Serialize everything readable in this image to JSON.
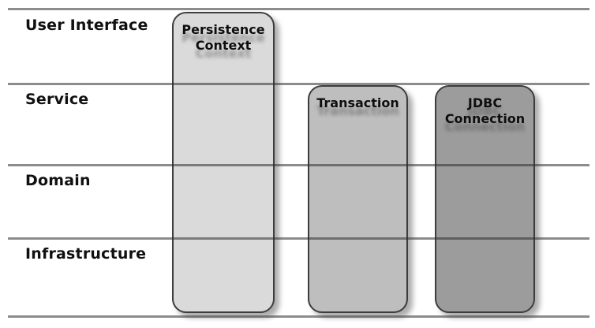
{
  "diagram": {
    "type": "layered-architecture",
    "layers": [
      {
        "label": "User Interface"
      },
      {
        "label": "Service"
      },
      {
        "label": "Domain"
      },
      {
        "label": "Infrastructure"
      }
    ],
    "boxes": [
      {
        "label": "Persistence Context",
        "fill": "#dadada",
        "spans_layers": "User Interface to Infrastructure"
      },
      {
        "label": "Transaction",
        "fill": "#bebebe",
        "spans_layers": "Service to Infrastructure"
      },
      {
        "label": "JDBC Connection",
        "fill": "#9c9c9c",
        "spans_layers": "Service to Infrastructure"
      }
    ],
    "colors": {
      "background": "#ffffff",
      "divider_line": "#8c8c8c",
      "box_border": "#3d3d3d",
      "label_text": "#101010"
    }
  }
}
